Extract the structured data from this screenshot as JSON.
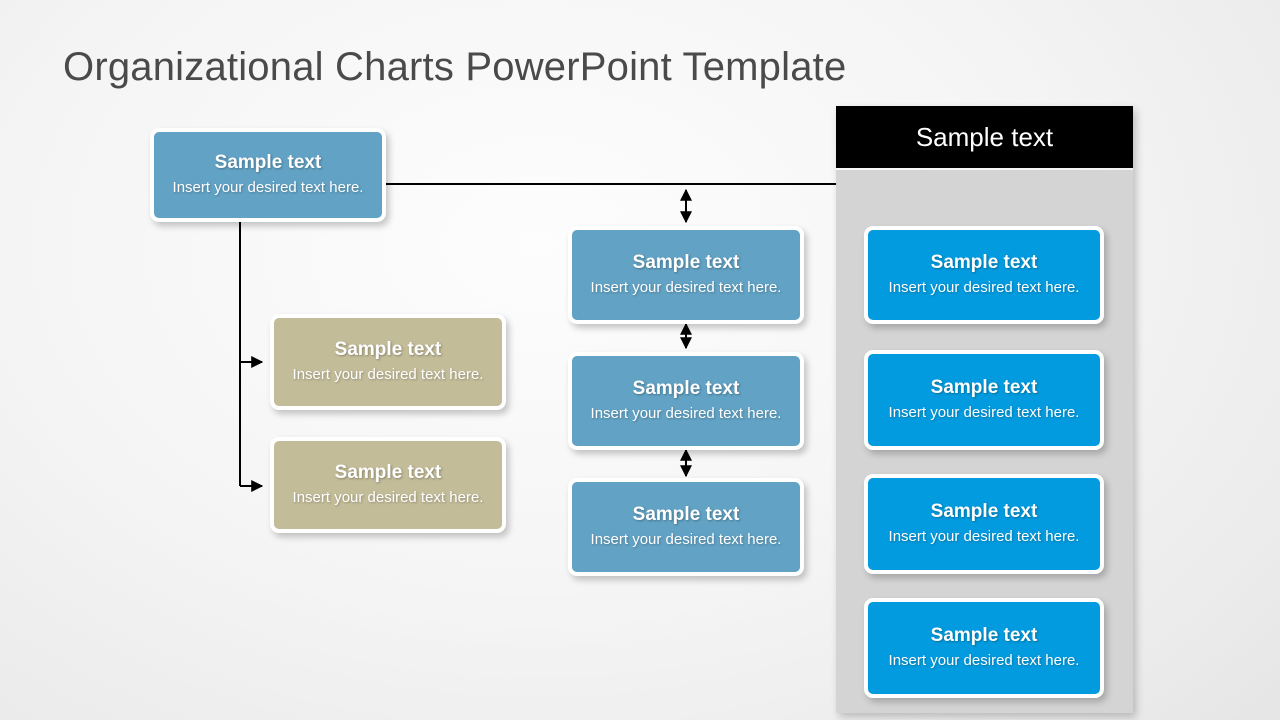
{
  "slide": {
    "title": "Organizational Charts PowerPoint Template",
    "background_color": "#f2f2f2"
  },
  "colors": {
    "steel_blue": "#62a2c4",
    "khaki": "#c3bc99",
    "azure_blue": "#039bdf",
    "panel_header": "#000000",
    "panel_body": "#d4d4d4",
    "title_text": "#4a4a4a",
    "connector": "#000000"
  },
  "left_branch": {
    "root": {
      "title": "Sample text",
      "subtitle": "Insert your desired text here."
    },
    "children": [
      {
        "title": "Sample text",
        "subtitle": "Insert your desired text here."
      },
      {
        "title": "Sample text",
        "subtitle": "Insert your desired text here."
      }
    ]
  },
  "middle_column": {
    "items": [
      {
        "title": "Sample text",
        "subtitle": "Insert your desired text here."
      },
      {
        "title": "Sample text",
        "subtitle": "Insert your desired text here."
      },
      {
        "title": "Sample text",
        "subtitle": "Insert your desired text here."
      }
    ]
  },
  "right_panel": {
    "header": "Sample text",
    "items": [
      {
        "title": "Sample text",
        "subtitle": "Insert your desired text here."
      },
      {
        "title": "Sample text",
        "subtitle": "Insert your desired text here."
      },
      {
        "title": "Sample text",
        "subtitle": "Insert your desired text here."
      },
      {
        "title": "Sample text",
        "subtitle": "Insert your desired text here."
      }
    ]
  },
  "connectors": {
    "root_to_children": "elbow-down-right-arrows",
    "root_to_panel": "horizontal-then-down-arrow",
    "middle_links": "double-headed-vertical-arrows"
  }
}
